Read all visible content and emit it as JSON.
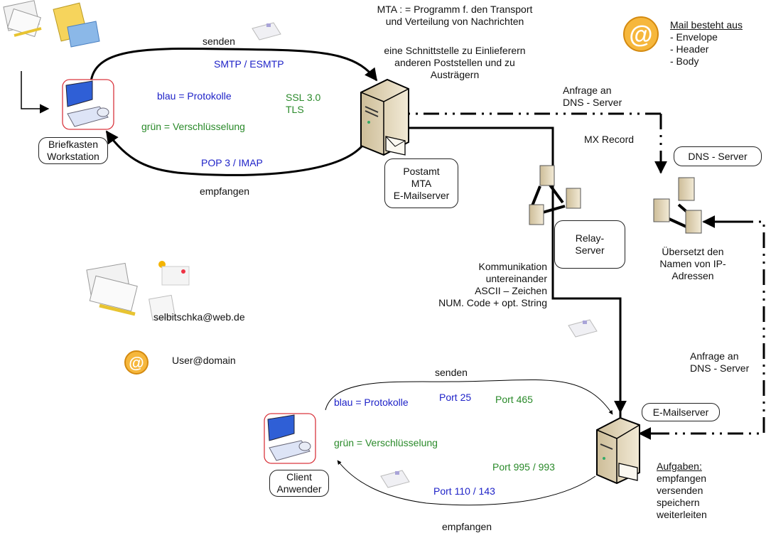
{
  "top": {
    "mta_definition": [
      "MTA : = Programm f. den Transport",
      "und Verteilung von Nachrichten"
    ],
    "interface_note": [
      "eine Schnittstelle zu Einlieferern",
      "anderen Poststellen und zu",
      "Austrägern"
    ],
    "mail_parts_title": "Mail besteht aus",
    "mail_parts": [
      "- Envelope",
      "- Header",
      "- Body"
    ]
  },
  "upper_flow": {
    "send_label": "senden",
    "send_protocol": "SMTP / ESMTP",
    "legend_blue": "blau = Protokolle",
    "legend_green": "grün = Verschlüsselung",
    "encryption": [
      "SSL 3.0",
      "TLS"
    ],
    "receive_protocol": "POP 3 / IMAP",
    "receive_label": "empfangen"
  },
  "nodes": {
    "workstation": [
      "Briefkasten",
      "Workstation"
    ],
    "postamt": [
      "Postamt",
      "MTA",
      "E-Mailserver"
    ],
    "relay": [
      "Relay-",
      "Server"
    ],
    "dns_server": "DNS - Server",
    "dns_note": [
      "Übersetzt den",
      "Namen von IP-",
      "Adressen"
    ],
    "client": [
      "Client",
      "Anwender"
    ],
    "emailserver": "E-Mailserver"
  },
  "dns_links": {
    "query_top": [
      "Anfrage an",
      "DNS - Server"
    ],
    "mx_record": "MX Record",
    "query_right": [
      "Anfrage an",
      "DNS - Server"
    ]
  },
  "relay_note": [
    "Kommunikation",
    "untereinander",
    "ASCII – Zeichen",
    "NUM. Code + opt. String"
  ],
  "addresses": {
    "example": "selbitschka@web.de",
    "pattern": "User@domain"
  },
  "lower_flow": {
    "send_label": "senden",
    "legend_blue": "blau = Protokolle",
    "legend_green": "grün = Verschlüsselung",
    "send_port": "Port 25",
    "send_port_secure": "Port 465",
    "receive_port_secure": "Port 995 / 993",
    "receive_port": "Port 110 / 143",
    "receive_label": "empfangen"
  },
  "tasks": {
    "title": "Aufgaben:",
    "items": [
      "empfangen",
      "versenden",
      "speichern",
      "weiterleiten"
    ]
  },
  "colors": {
    "protocol": "#1f23c8",
    "encryption": "#2a8a2a",
    "client_frame": "#d9363e",
    "server_body": "#e8dcc0"
  }
}
